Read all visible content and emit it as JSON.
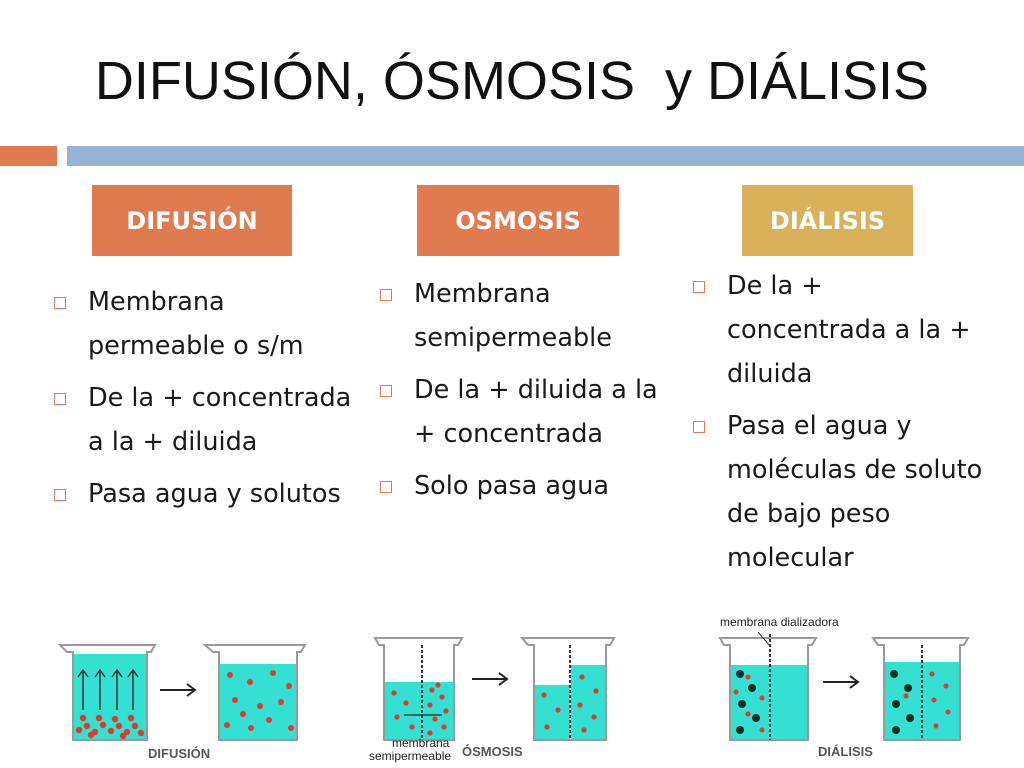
{
  "slide": {
    "title": "DIFUSIÓN, ÓSMOSIS  y DIÁLISIS",
    "accent_orange": "#e07b4f",
    "accent_blue": "#95b3d7",
    "accent_gold": "#d8b15a"
  },
  "columns": [
    {
      "label": "DIFUSIÓN",
      "bullets": [
        "Membrana permeable o s/m",
        "De la + concentrada a la + diluida",
        "Pasa agua y solutos"
      ]
    },
    {
      "label": "OSMOSIS",
      "bullets": [
        "Membrana semipermeable",
        "De la + diluida a la + concentrada",
        "Solo pasa agua"
      ]
    },
    {
      "label": "DIÁLISIS",
      "bullets": [
        "De la + concentrada a la + diluida",
        "Pasa el agua y moléculas de soluto de bajo peso molecular"
      ]
    }
  ],
  "illustrations": {
    "difusion_caption": "DIFUSIÓN",
    "osmosis_caption": "ÓSMOSIS",
    "osmosis_membrane_label_1": "membrana",
    "osmosis_membrane_label_2": "semipermeable",
    "dialisis_caption": "DIÁLISIS",
    "dialisis_membrane_label": "membrana dializadora",
    "water_color": "#33e0d2",
    "particle_color": "#e03a2c",
    "solute_dark_color": "#1e2a26"
  }
}
